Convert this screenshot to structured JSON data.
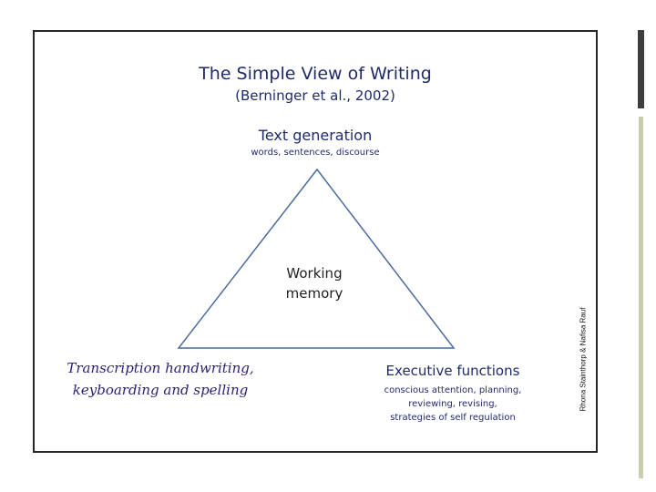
{
  "title": "The Simple View of Writing",
  "subtitle": "(Berninger et al., 2002)",
  "top_node": {
    "label": "Text generation",
    "detail": "words, sentences, discourse"
  },
  "center_label": [
    "Working",
    "memory"
  ],
  "left_node": {
    "lines": [
      "Transcription handwriting,",
      "keyboarding and spelling"
    ]
  },
  "right_node": {
    "label": "Executive functions",
    "details": [
      "conscious attention, planning,",
      "reviewing, revising,",
      "strategies of self regulation"
    ]
  },
  "credit": "Rhona Stainthorp & Nafisa Rauf",
  "colors": {
    "text_primary": "#1f2a6b",
    "triangle_stroke": "#4a6aa0",
    "side_bar_dark": "#3d3d3d",
    "side_bar_light": "#c9cfac"
  }
}
